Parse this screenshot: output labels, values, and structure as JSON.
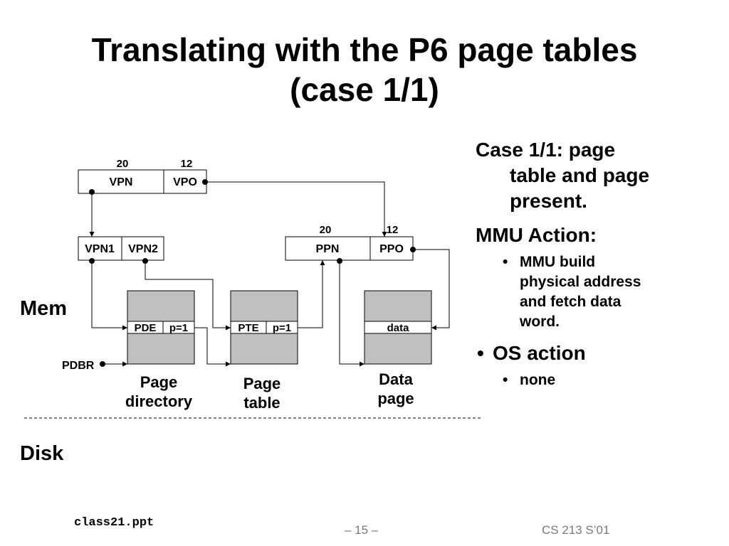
{
  "title_line1": "Translating with the P6 page tables",
  "title_line2": "(case 1/1)",
  "diagram": {
    "vaddr": {
      "bits_vpn": "20",
      "bits_vpo": "12",
      "vpn": "VPN",
      "vpo": "VPO"
    },
    "vpn_split": {
      "vpn1": "VPN1",
      "vpn2": "VPN2"
    },
    "paddr": {
      "bits_ppn": "20",
      "bits_ppo": "12",
      "ppn": "PPN",
      "ppo": "PPO"
    },
    "mem_label": "Mem",
    "disk_label": "Disk",
    "pdbr": "PDBR",
    "page_directory": {
      "entry": "PDE",
      "present": "p=1",
      "label_line1": "Page",
      "label_line2": "directory"
    },
    "page_table": {
      "entry": "PTE",
      "present": "p=1",
      "label_line1": "Page",
      "label_line2": "table"
    },
    "data_page": {
      "entry": "data",
      "label_line1": "Data",
      "label_line2": "page"
    }
  },
  "side": {
    "case_line1": "Case 1/1: page",
    "case_line2": "table and page",
    "case_line3": "present.",
    "mmu_heading": "MMU Action:",
    "mmu_line1": "MMU build",
    "mmu_line2": "physical address",
    "mmu_line3": "and fetch data",
    "mmu_line4": "word.",
    "os_heading": "OS action",
    "os_item": "none",
    "bullet": "•"
  },
  "footer": {
    "file": "class21.ppt",
    "page": "– 15 –",
    "course": "CS 213 S’01"
  }
}
